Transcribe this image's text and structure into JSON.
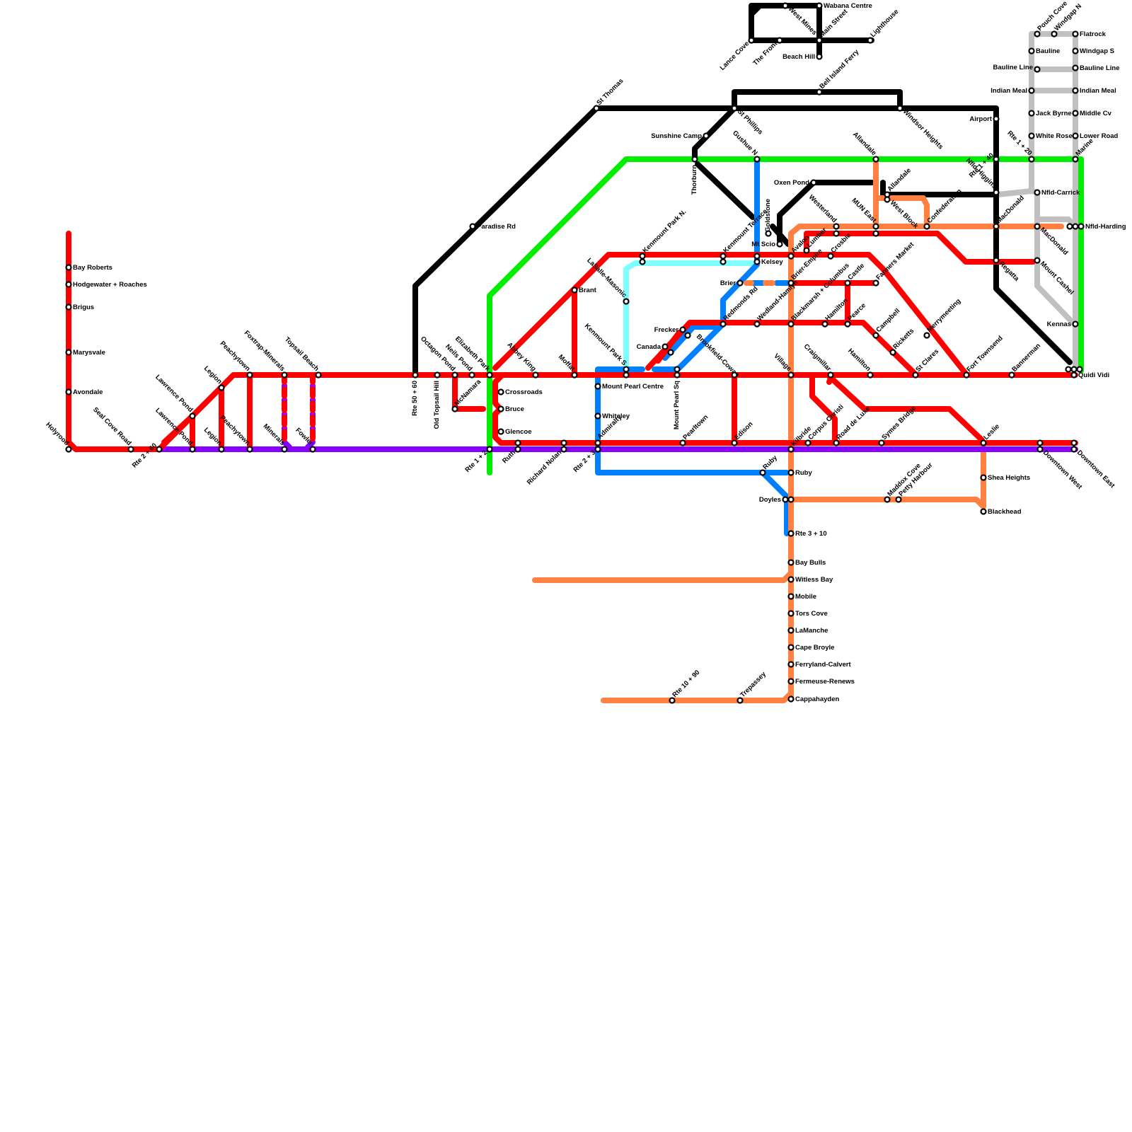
{
  "colors": {
    "red": "#ff0000",
    "purple": "#8800ff",
    "black": "#000000",
    "green": "#00ee00",
    "blue": "#0080ff",
    "cyan": "#80ffff",
    "orange": "#ff8040",
    "gray": "#c0c0c0"
  },
  "stations": {
    "bay_roberts": "Bay Roberts",
    "hodgewater": "Hodgewater + Roaches",
    "brigus": "Brigus",
    "marysvale": "Marysvale",
    "avondale": "Avondale",
    "holyrood": "Holyrood",
    "seal_cove_road": "Seal Cove Road",
    "rte_2_60": "Rte 2 + 60",
    "lawrence_pond_1": "Lawrence Pond",
    "lawrence_pond_2": "Lawrence Pond",
    "legion_1": "Legion",
    "legion_2": "Legion",
    "peachytown_1": "Peachytown",
    "peachytown_2": "Peachytown",
    "foxtrap_minerals": "Foxtrap-Minerals",
    "minerals": "Minerals",
    "topsail_beach": "Topsail Beach",
    "fowler": "Fowler",
    "rte_50_60": "Rte 50 + 60",
    "old_topsail_hill": "Old Topsail Hill",
    "octagon_pond": "Octagon Pond",
    "neils_pond": "Neils Pond",
    "mcnamara": "McNamara",
    "elizabeth_park": "Elizabeth Park",
    "rte_1_2": "Rte 1 + 2",
    "crossroads": "Crossroads",
    "bruce": "Bruce",
    "glencoe": "Glencoe",
    "ruth": "Ruth",
    "richard_nolan": "Richard Nolan",
    "rte_2_3": "Rte 2 + 3",
    "admiralty": "Admiralty",
    "abbey_king": "Abbey King",
    "moffat": "Moffat",
    "brant": "Brant",
    "paradise_rd": "Paradise Rd",
    "st_thomas": "St Thomas",
    "mount_pearl_centre": "Mount Pearl Centre",
    "whiteley": "Whiteley",
    "kenmount_park_s": "Kenmount Park S",
    "ladsalle_masonic": "LaSalle-Masonic",
    "kenmount_park_n": "Kenmount Park N.",
    "frecker": "Frecker",
    "canada": "Canada",
    "mount_pearl_sq": "Mount Pearl Sq",
    "brookfield_cowan": "Brookfield-Cowan",
    "pearltown": "Pearltown",
    "edison": "Edison",
    "redmonds_rd": "Redmonds Rd",
    "kenmount_terrace": "Kenmount Terrace",
    "brier": "Brier",
    "gushue_n": "Gushue N",
    "goldstone": "Goldstone",
    "kelsey": "Kelsey",
    "mt_scio": "Mt Scio",
    "avalon": "Avalon",
    "brier_empire": "Brier-Empire",
    "wedland_hamlyn": "Wedland-Hamlyn",
    "blackmarsh_columbus": "Blackmarsh + Columbus",
    "village": "Village",
    "kilbride": "Kilbride",
    "ruby_1": "Ruby",
    "ruby_2": "Ruby",
    "doyles": "Doyles",
    "rte_3_10": "Rte 3 + 10",
    "bay_bulls": "Bay Bulls",
    "witless_bay": "Witless Bay",
    "mobile": "Mobile",
    "tors_cove": "Tors Cove",
    "lamanche": "LaManche",
    "cape_broyle": "Cape Broyle",
    "ferryland_calvert": "Ferryland-Calvert",
    "fermeuse_renews": "Fermeuse-Renews",
    "cappahayden": "Cappahayden",
    "rte_10_90": "Rte 10 + 90",
    "trepassey": "Trepassey",
    "sunshine_camp": "Sunshine Camp",
    "thorburn": "Thorburn",
    "st_phillips": "St Phillips",
    "lance_cove": "Lance Cove",
    "the_front": "The Front",
    "west_mines": "West Mines",
    "wabana_centre": "Wabana Centre",
    "main_street": "Main Street",
    "beach_hill": "Beach Hill",
    "lighthouse": "Lighthouse",
    "bell_island_ferry": "Bell Island Ferry",
    "windsor_heights": "Windsor Heights",
    "oxen_pond": "Oxen Pond",
    "allandale_1": "Allandale",
    "allandale_2": "Allandale",
    "west_block": "West Block",
    "mun_east": "MUN East",
    "westerland": "Westerland",
    "confederation": "Confederation",
    "crosbie": "Crosbie",
    "lumber": "Lumber",
    "castle": "Castle",
    "farmers_market": "Farmers Market",
    "hamilton_1": "Hamilton",
    "hamilton_2": "Hamilton",
    "pearce": "Pearce",
    "campbell": "Campbell",
    "ricketts": "Ricketts",
    "merrymeeting": "Merrymeeting",
    "craigmillar": "Craigmillar",
    "st_clares": "St Clares",
    "fort_townsend": "Fort Townsend",
    "bannerman": "Bannerman",
    "quidi_vidi": "Quidi Vidi",
    "corpus_christi": "Corpus Christi",
    "road_de_luxe": "Road de Luxe",
    "symes_bridge": "Symes Bridge",
    "leslie": "Leslie",
    "maddox_cove": "Maddox Cove",
    "petty_harbour": "Petty Harbour",
    "shea_heights": "Shea Heights",
    "blackhead": "Blackhead",
    "downtown_west": "Downtown West",
    "downtown_east": "Downtown East",
    "airport": "Airport",
    "rte_1_40": "Rte 1 + 40",
    "nfld_higgins": "Nfld-Higgins",
    "macdonald_1": "MacDonald",
    "macdonald_2": "MacDonald",
    "regatta": "Regatta",
    "rte_1_20": "Rte 1 + 20",
    "nfld_carrick": "Nfld-Carrick",
    "mount_cashel": "Mount Cashel",
    "kenna_s": "Kennas",
    "nfld_harding": "Nfld-Harding",
    "marine": "Marine",
    "pouch_cove": "Pouch Cove",
    "windgap_n": "Windgap N",
    "bauline": "Bauline",
    "bauline_line_1": "Bauline Line",
    "indian_meal_1": "Indian Meal",
    "jack_byrne": "Jack Byrne",
    "white_rose": "White Rose",
    "flatrock": "Flatrock",
    "windgap_s": "Windgap S",
    "bauline_line_2": "Bauline Line",
    "indian_meal_2": "Indian Meal",
    "middle_cv": "Middle Cv",
    "lower_road": "Lower Road"
  }
}
